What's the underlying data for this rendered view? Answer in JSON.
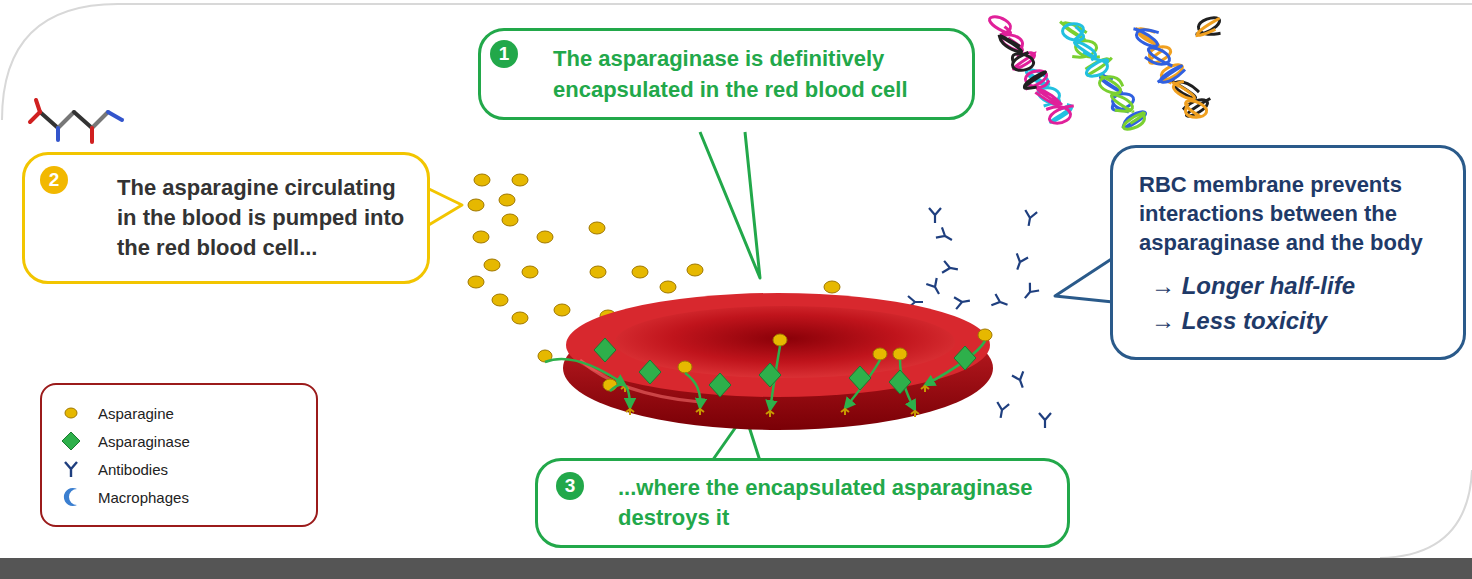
{
  "diagram": {
    "nodes": [
      {
        "text": [
          "The asparaginase is definitively encapsulated in the red blood cell"
        ]
      },
      {
        "text": [
          "The asparagine circulating in the blood is pumped into the red blood cell..."
        ]
      },
      {
        "text": [
          "...where the encapsulated asparaginase destroys it"
        ]
      },
      {
        "text": [
          "RBC membrane prevents interactions between the asparaginase and the body",
          "→ Longer half-life",
          "→ Less toxicity"
        ]
      }
    ],
    "edges": [],
    "labels": [
      "1",
      "2",
      "3"
    ],
    "legend": [
      {
        "text": "Asparagine",
        "color": "#e6b800"
      },
      {
        "text": "Asparaginase",
        "color": "#2eb04b"
      },
      {
        "text": "Antibodies"
      },
      {
        "text": "Macrophages",
        "color": "#3b7fd0"
      }
    ]
  }
}
